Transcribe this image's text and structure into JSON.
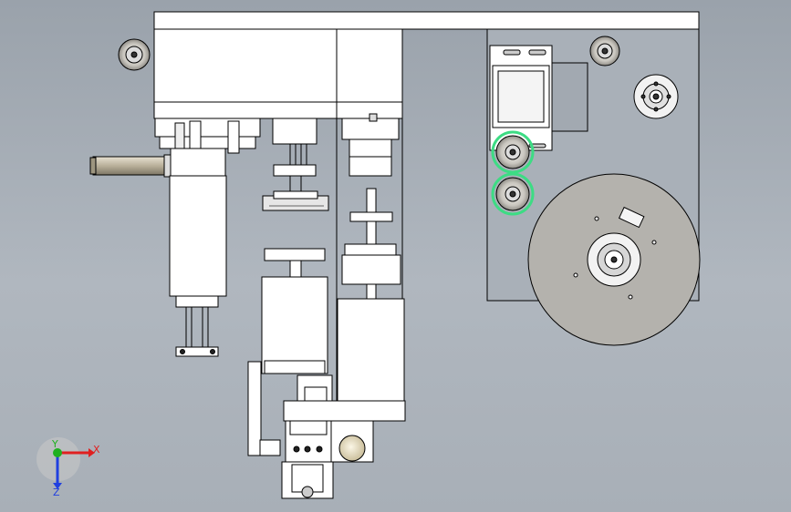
{
  "view": {
    "background_color": "#a6aeb6",
    "outline_color": "#000000",
    "part_fill_color": "#ffffff",
    "plate_fill_color": "#a9b0b8",
    "disk_fill_color": "#b4b2ad",
    "highlight_color": "#3ddc84"
  },
  "triad": {
    "x_label": "X",
    "y_label": "Y",
    "z_label": "Z",
    "x_color": "#e02020",
    "y_color": "#20b020",
    "z_color": "#2040e0"
  }
}
